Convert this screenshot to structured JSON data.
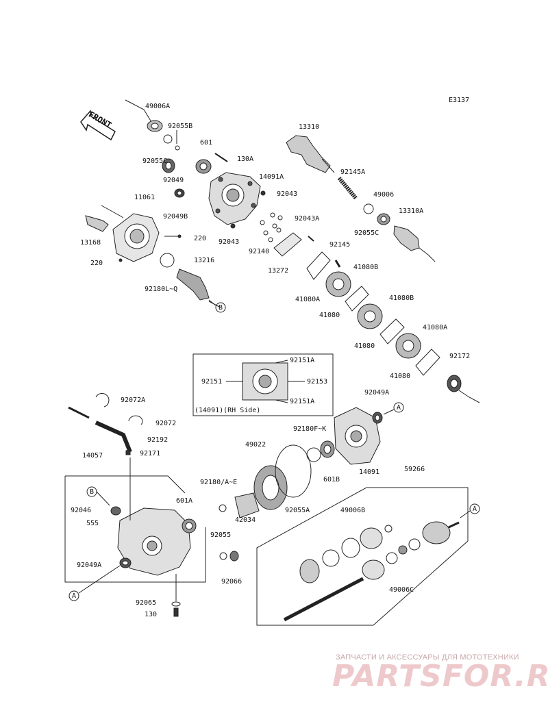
{
  "diagram_code": "E3137",
  "front_label": "FRONT",
  "inset_caption": "(14091)(RH Side)",
  "watermark": {
    "tagline": "ЗАПЧАСТИ И АКСЕССУАРЫ ДЛЯ МОТОТЕХНИКИ",
    "logo_text": "PARTSFOR.RU"
  },
  "callouts": {
    "A": "A",
    "B": "B"
  },
  "labels": {
    "p49006A": "49006A",
    "p92055B": "92055B",
    "p92055C_top": "92055C",
    "p601": "601",
    "p130A": "130A",
    "p14091A": "14091A",
    "p92049": "92049",
    "p92043_r": "92043",
    "p92049B": "92049B",
    "p92043_b": "92043",
    "p11061": "11061",
    "p13168": "13168",
    "p220_r": "220",
    "p220_b": "220",
    "p13216": "13216",
    "p92180LQ": "92180L~Q",
    "p13310": "13310",
    "p92145A": "92145A",
    "p49006": "49006",
    "p92055C_r": "92055C",
    "p13310A": "13310A",
    "p92043A": "92043A",
    "p92145": "92145",
    "p92140": "92140",
    "p13272": "13272",
    "p41080B_1": "41080B",
    "p41080A_1": "41080A",
    "p41080_1": "41080",
    "p41080B_2": "41080B",
    "p41080_2": "41080",
    "p41080A_2": "41080A",
    "p41080_3": "41080",
    "p92172": "92172",
    "p92151A_t": "92151A",
    "p92151": "92151",
    "p92153": "92153",
    "p92151A_b": "92151A",
    "p92072A": "92072A",
    "p92072": "92072",
    "p92192": "92192",
    "p92171": "92171",
    "p14057": "14057",
    "p92049A_r": "92049A",
    "p92180FK": "92180F~K",
    "p49022": "49022",
    "p601B": "601B",
    "p14091": "14091",
    "p59266": "59266",
    "p92180AE": "92180/A~E",
    "p601A": "601A",
    "p92046": "92046",
    "p555": "555",
    "p42034": "42034",
    "p92055A": "92055A",
    "p49006B": "49006B",
    "p92055": "92055",
    "p92049A_l": "92049A",
    "p92066": "92066",
    "p49006C": "49006C",
    "p92065": "92065",
    "p130": "130"
  }
}
